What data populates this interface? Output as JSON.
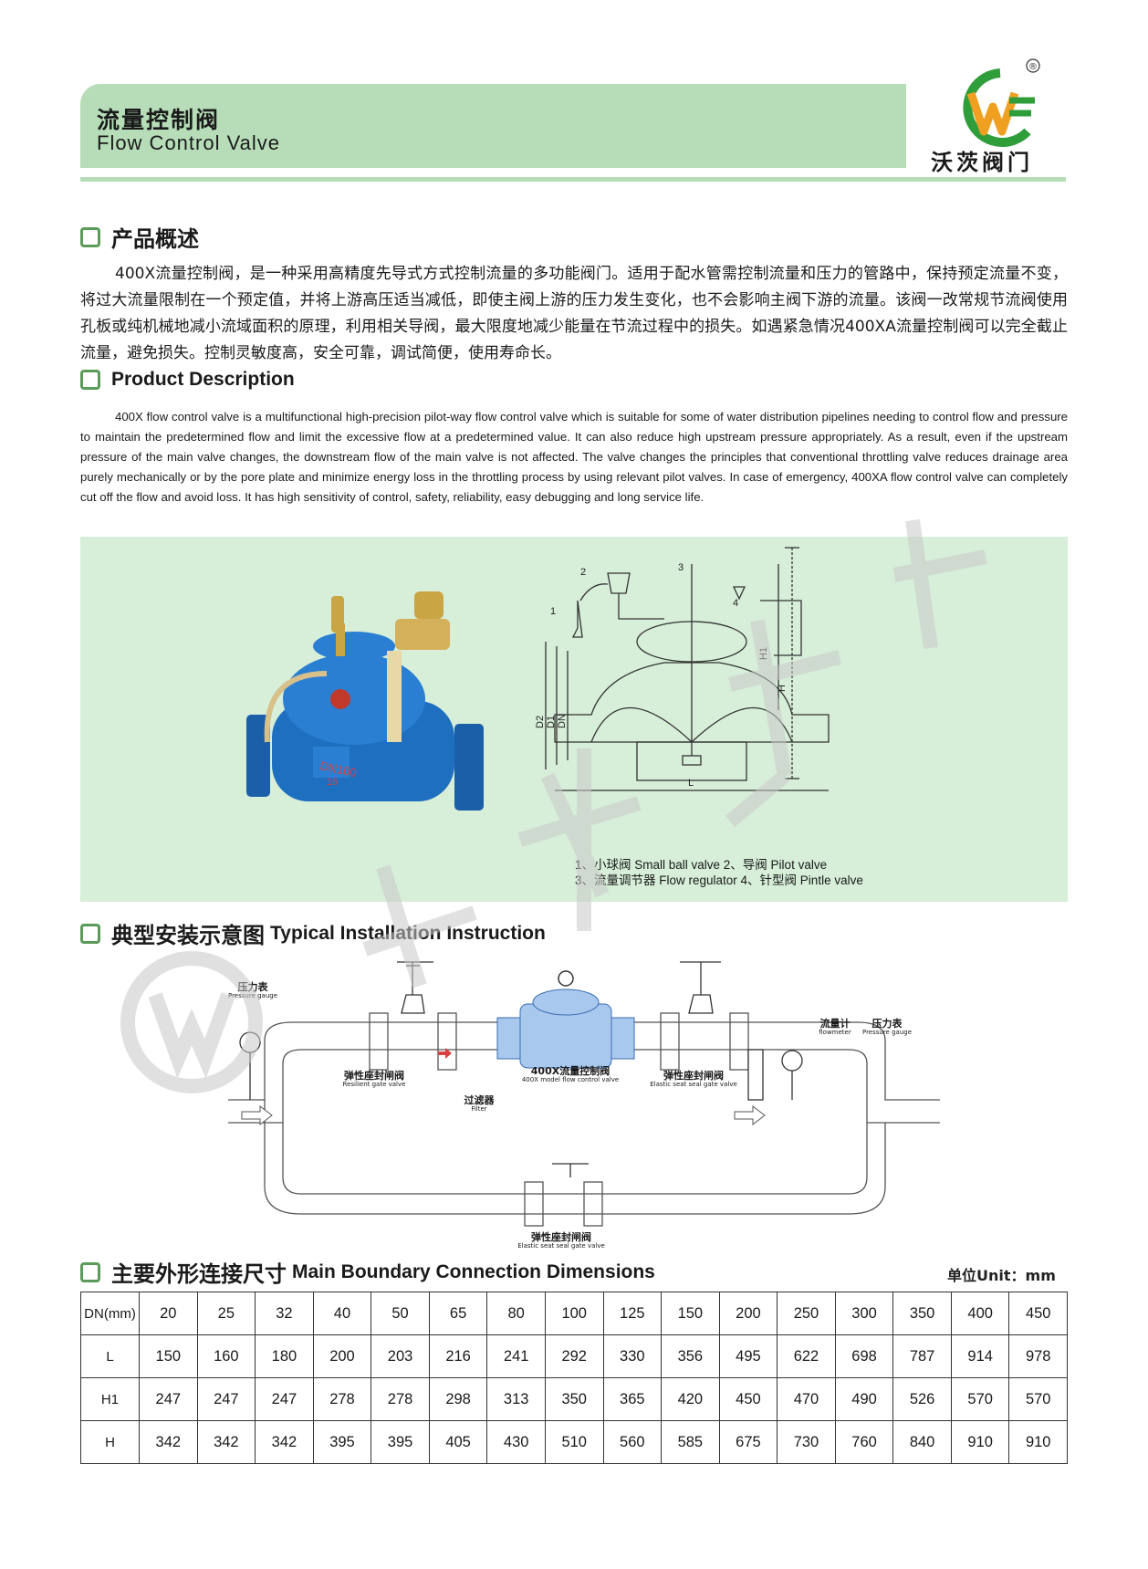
{
  "header": {
    "title_cn": "流量控制阀",
    "title_en": "Flow Control Valve",
    "brand_cn": "沃茨阀门",
    "logo_mark": "®"
  },
  "overview": {
    "heading_cn": "产品概述",
    "body_cn": "400X流量控制阀，是一种采用高精度先导式方式控制流量的多功能阀门。适用于配水管需控制流量和压力的管路中，保持预定流量不变，将过大流量限制在一个预定值，并将上游高压适当减低，即使主阀上游的压力发生变化，也不会影响主阀下游的流量。该阀一改常规节流阀使用孔板或纯机械地减小流域面积的原理，利用相关导阀，最大限度地减少能量在节流过程中的损失。如遇紧急情况400XA流量控制阀可以完全截止流量，避免损失。控制灵敏度高，安全可靠，调试简便，使用寿命长。",
    "heading_en": "Product Description",
    "body_en": "400X flow control valve is a multifunctional high-precision pilot-way flow control valve which is suitable for some of water distribution pipelines needing to control flow and pressure to maintain the predetermined flow and limit the excessive flow  at a predetermined value. It can also reduce high upstream pressure appropriately. As a result, even if the upstream pressure of the main valve changes, the downstream flow of the main valve is not affected. The valve changes the principles that conventional throttling valve reduces drainage area purely mechanically or by the pore plate and minimize energy loss in the throttling process by using relevant pilot valves. In case of emergency, 400XA flow control valve can completely cut off the flow and avoid loss. It has high sensitivity of control, safety, reliability, easy debugging and long service life."
  },
  "figure": {
    "body_marks": [
      "DN100",
      "16"
    ],
    "callouts": [
      "1",
      "2",
      "3",
      "4"
    ],
    "dim_labels": [
      "H1",
      "H",
      "D2",
      "D1",
      "DN",
      "L"
    ],
    "legend_line1": "1、小球阀 Small ball valve  2、导阀 Pilot valve",
    "legend_line2": "3、流量调节器 Flow regulator  4、针型阀 Pintle valve"
  },
  "installation": {
    "heading_cn": "典型安装示意图",
    "heading_en": "Typical Installation Instruction",
    "labels": {
      "pressure_gauge_left_cn": "压力表",
      "pressure_gauge_left_en": "Pressure gauge",
      "resilient_gate_cn": "弹性座封闸阀",
      "resilient_gate_en": "Resilient  gate valve",
      "filter_cn": "过滤器",
      "filter_en": "Filter",
      "model_cn": "400X流量控制阀",
      "model_en": "400X model flow control valve",
      "elastic_gate_right_cn": "弹性座封闸阀",
      "elastic_gate_right_en": "Elastic seat seal gate valve",
      "flowmeter_cn": "流量计",
      "flowmeter_en": "flowmeter",
      "pressure_gauge_right_cn": "压力表",
      "pressure_gauge_right_en": "Pressure gauge",
      "elastic_gate_bottom_cn": "弹性座封闸阀",
      "elastic_gate_bottom_en": "Elastic seat seal gate valve"
    }
  },
  "dimensions": {
    "heading_cn": "主要外形连接尺寸",
    "heading_en": "Main Boundary Connection Dimensions",
    "unit": "单位Unit：mm",
    "rows": [
      {
        "label": "DN(mm)",
        "values": [
          "20",
          "25",
          "32",
          "40",
          "50",
          "65",
          "80",
          "100",
          "125",
          "150",
          "200",
          "250",
          "300",
          "350",
          "400",
          "450"
        ]
      },
      {
        "label": "L",
        "values": [
          "150",
          "160",
          "180",
          "200",
          "203",
          "216",
          "241",
          "292",
          "330",
          "356",
          "495",
          "622",
          "698",
          "787",
          "914",
          "978"
        ]
      },
      {
        "label": "H1",
        "values": [
          "247",
          "247",
          "247",
          "278",
          "278",
          "298",
          "313",
          "350",
          "365",
          "420",
          "450",
          "470",
          "490",
          "526",
          "570",
          "570"
        ]
      },
      {
        "label": "H",
        "values": [
          "342",
          "342",
          "342",
          "395",
          "395",
          "405",
          "430",
          "510",
          "560",
          "585",
          "675",
          "730",
          "760",
          "840",
          "910",
          "910"
        ]
      }
    ]
  },
  "colors": {
    "header_green": "#b6ddb8",
    "panel_green": "#d7eed9",
    "valve_blue": "#1f6fc0",
    "brass": "#c9a544",
    "logo_green": "#2e9d3a"
  }
}
